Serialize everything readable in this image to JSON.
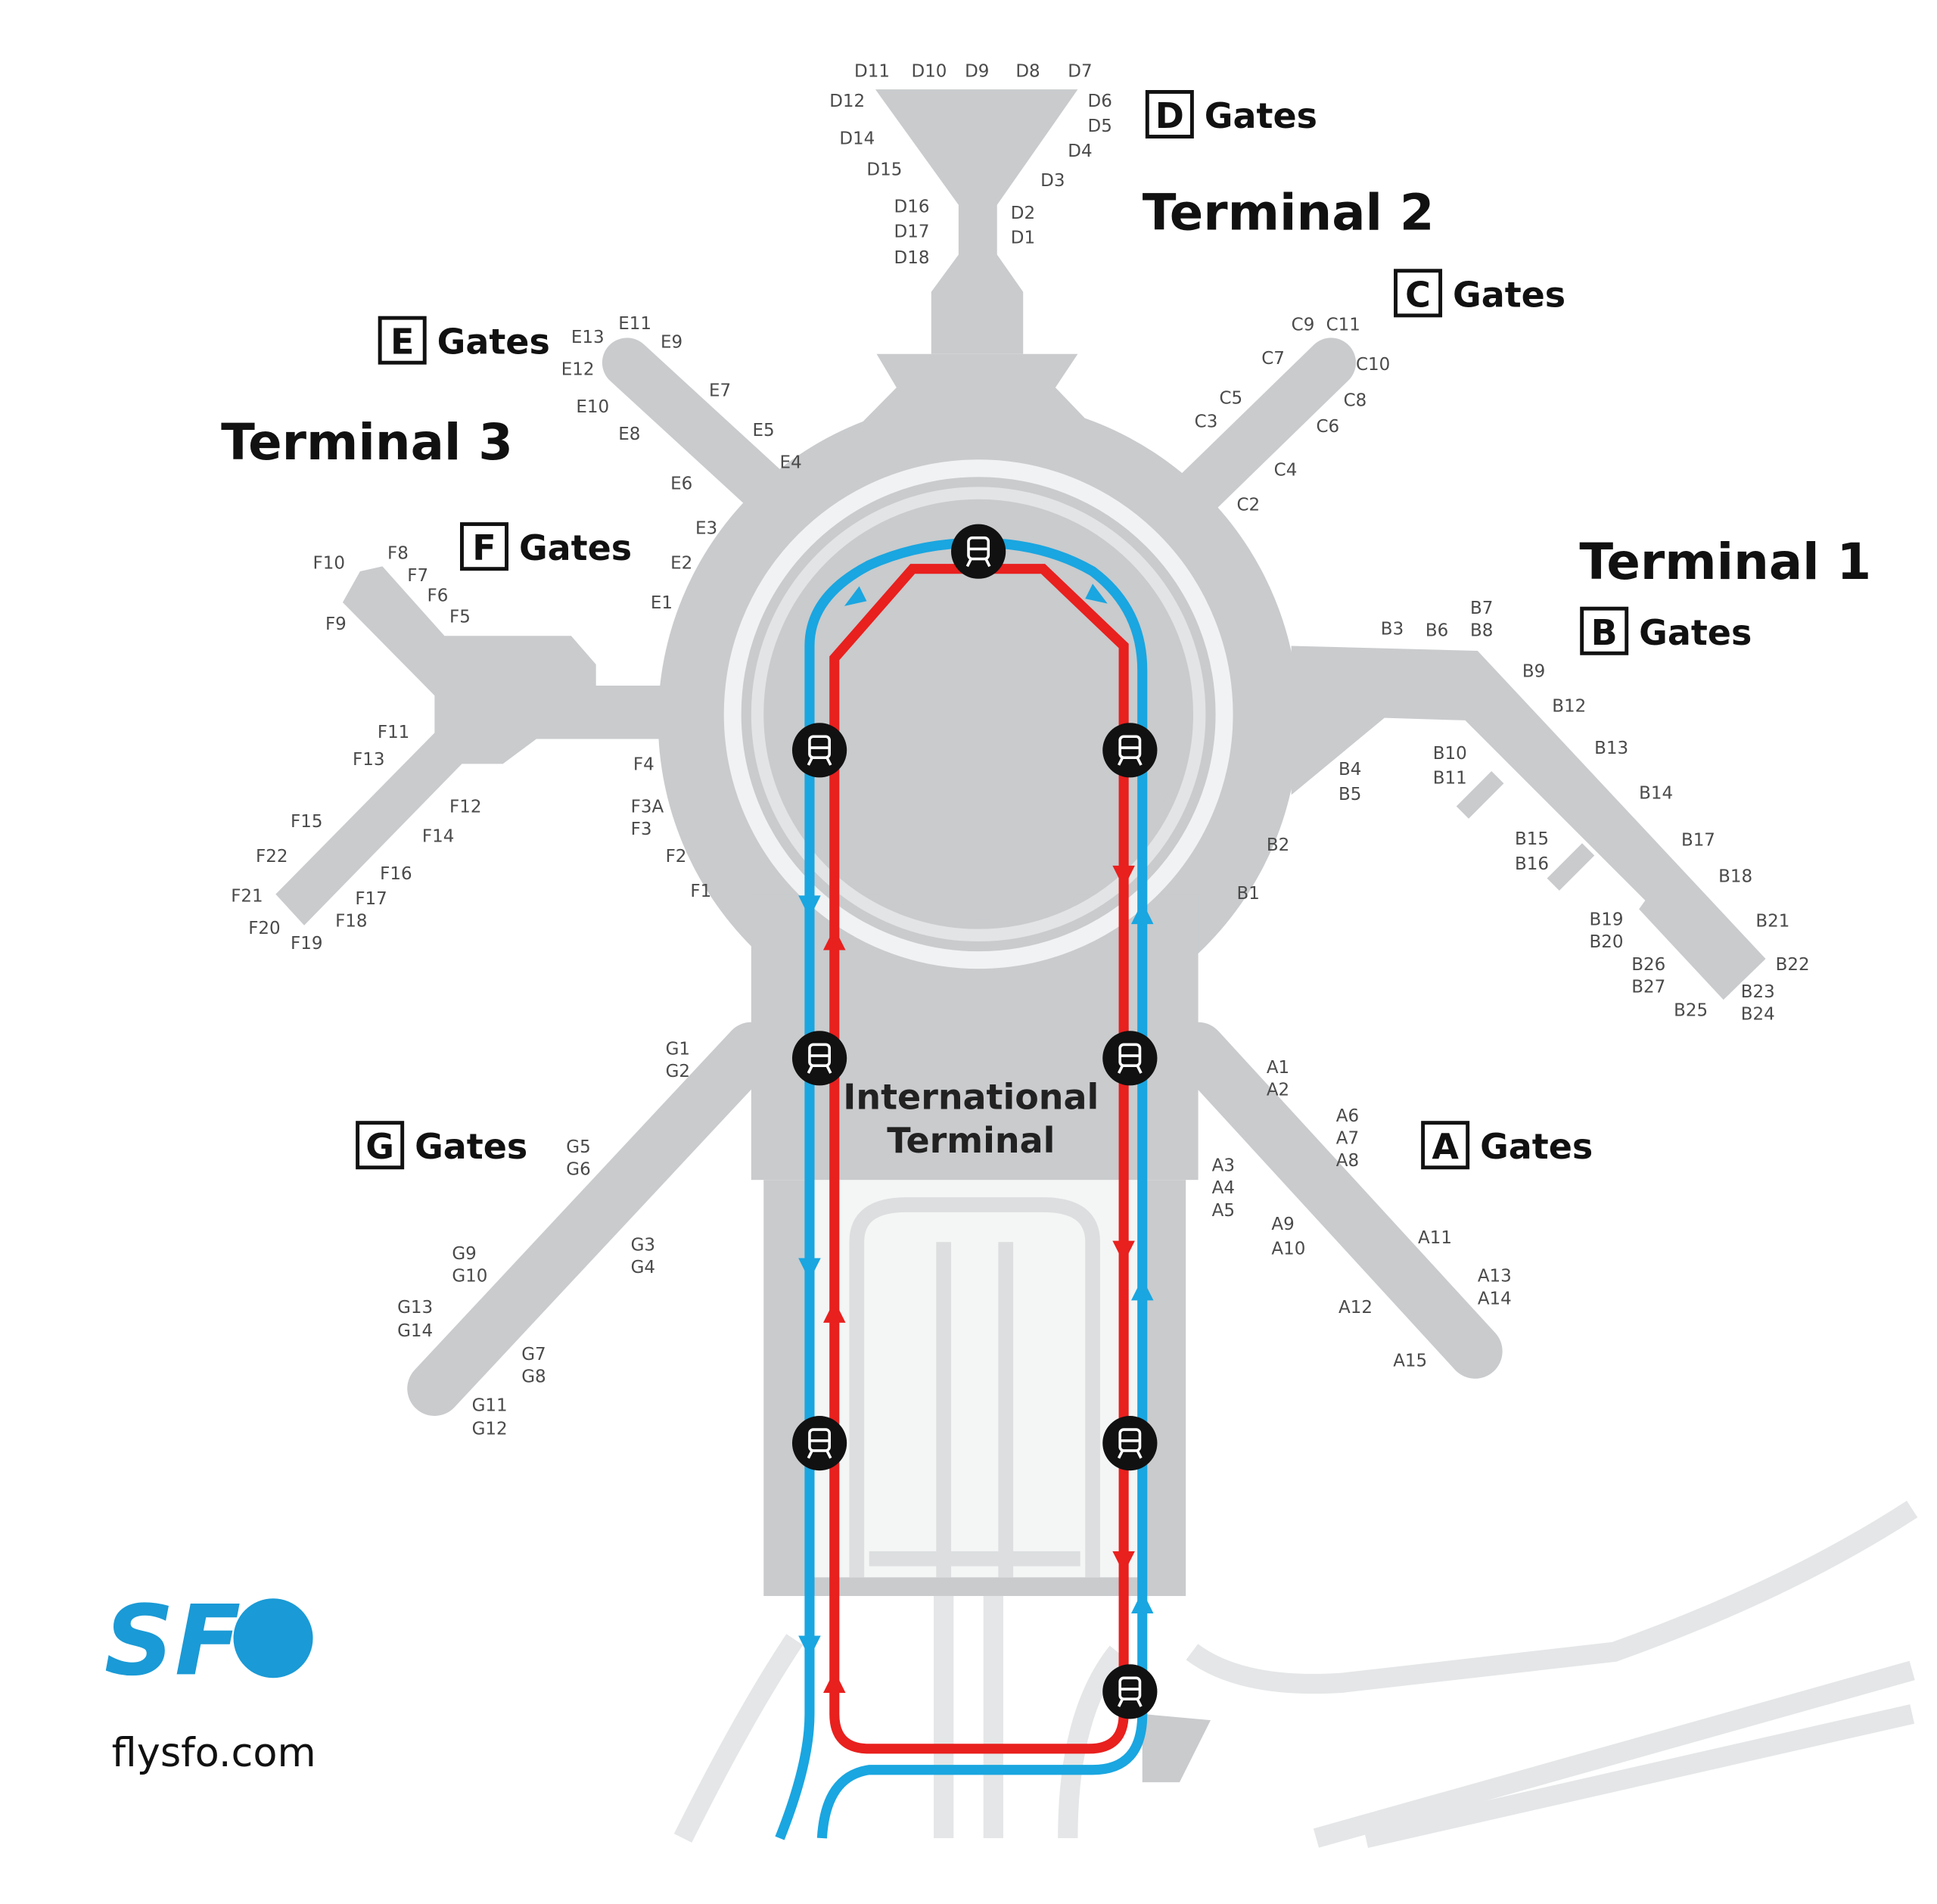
{
  "map": {
    "colors": {
      "building": "#c9cbcd",
      "road": "#e4e6e7",
      "blue_line": "#1aa6e0",
      "red_line": "#e8201e",
      "station": "#111111",
      "logo": "#1a9ad6"
    },
    "terminals": {
      "t1": "Terminal 1",
      "t2": "Terminal 2",
      "t3": "Terminal 3",
      "intl_line1": "International",
      "intl_line2": "Terminal"
    },
    "gate_groups": [
      {
        "letter": "D",
        "label": "Gates"
      },
      {
        "letter": "C",
        "label": "Gates"
      },
      {
        "letter": "E",
        "label": "Gates"
      },
      {
        "letter": "F",
        "label": "Gates"
      },
      {
        "letter": "B",
        "label": "Gates"
      },
      {
        "letter": "G",
        "label": "Gates"
      },
      {
        "letter": "A",
        "label": "Gates"
      }
    ],
    "gates": {
      "D": [
        "D11",
        "D10",
        "D9",
        "D8",
        "D7",
        "D12",
        "D6",
        "D5",
        "D14",
        "D4",
        "D15",
        "D3",
        "D16",
        "D2",
        "D17",
        "D1",
        "D18"
      ],
      "E": [
        "E13",
        "E11",
        "E9",
        "E12",
        "E7",
        "E10",
        "E8",
        "E5",
        "E4",
        "E6",
        "E3",
        "E2",
        "E1"
      ],
      "C": [
        "C9",
        "C11",
        "C7",
        "C10",
        "C5",
        "C8",
        "C3",
        "C6",
        "C4",
        "C2"
      ],
      "F": [
        "F10",
        "F8",
        "F7",
        "F6",
        "F5",
        "F9",
        "F11",
        "F13",
        "F4",
        "F12",
        "F3A",
        "F3",
        "F15",
        "F14",
        "F2",
        "F22",
        "F16",
        "F1",
        "F21",
        "F17",
        "F18",
        "F20",
        "F19"
      ],
      "B": [
        "B3",
        "B6",
        "B7",
        "B8",
        "B9",
        "B12",
        "B10",
        "B11",
        "B13",
        "B4",
        "B5",
        "B14",
        "B17",
        "B15",
        "B16",
        "B18",
        "B2",
        "B1",
        "B21",
        "B19",
        "B20",
        "B22",
        "B26",
        "B27",
        "B23",
        "B24",
        "B25"
      ],
      "G": [
        "G1",
        "G2",
        "G5",
        "G6",
        "G3",
        "G4",
        "G9",
        "G10",
        "G13",
        "G14",
        "G7",
        "G8",
        "G11",
        "G12"
      ],
      "A": [
        "A1",
        "A2",
        "A6",
        "A7",
        "A8",
        "A3",
        "A4",
        "A5",
        "A9",
        "A10",
        "A11",
        "A13",
        "A14",
        "A12",
        "A15"
      ]
    },
    "stations_icon": "train-icon",
    "logo_text": "SFO",
    "url": "flysfo.com"
  }
}
